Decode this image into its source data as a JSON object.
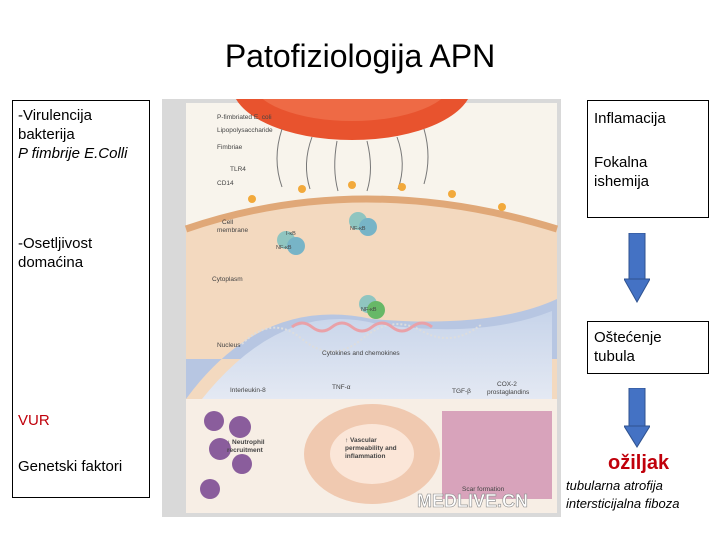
{
  "slide": {
    "title": "Patofiziologija APN"
  },
  "left_panel": {
    "virulence_heading_line1": "-Virulencija",
    "virulence_heading_line2": "bakterija",
    "virulence_detail": "P fimbrije E.Colli",
    "host_heading_line1": "-Osetljivost",
    "host_heading_line2": "domaćina",
    "vur": "VUR",
    "genetic": "Genetski faktori"
  },
  "right_panel": {
    "inflammation": "Inflamacija",
    "ischemia_line1": "Fokalna",
    "ischemia_line2": "ishemija",
    "tubule_line1": "Oštećenje",
    "tubule_line2": "tubula",
    "scar": "ožiljak",
    "scar_detail_line1": "tubularna atrofija",
    "scar_detail_line2": "intersticijalna fiboza"
  },
  "figure": {
    "labels": {
      "p_fimbriated": "P-fimbriated E. coli",
      "lps": "Lipopolysaccharide",
      "fimbriae": "Fimbriae",
      "tlr4": "TLR4",
      "cd14": "CD14",
      "cell_membrane_1": "Cell",
      "cell_membrane_2": "membrane",
      "cytoplasm": "Cytoplasm",
      "nucleus": "Nucleus",
      "cytokines": "Cytokines and chemokines",
      "il8": "Interleukin-8",
      "tnf": "TNF-α",
      "tgf": "TGF-β",
      "cox2_1": "COX-2",
      "cox2_2": "prostaglandins",
      "nfkb": "NF-κB",
      "ikb": "I-κB",
      "neutrophil_1": "↑ Neutrophil",
      "neutrophil_2": "recruitment",
      "vascular_1": "↑ Vascular",
      "vascular_2": "permeability and",
      "vascular_3": "inflammation",
      "scar_formation": "Scar formation",
      "watermark": "MEDLIVE.CN"
    }
  },
  "colors": {
    "arrow_blue": "#4472c4",
    "scar_red": "#c0000b"
  }
}
